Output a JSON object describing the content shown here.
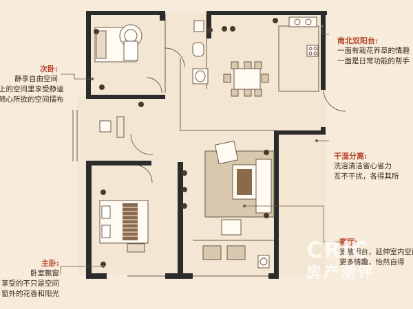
{
  "colors": {
    "wall": "#2b2b2b",
    "accent": "#b5462c",
    "line": "#6b5a48",
    "floor": "#f3e6d3",
    "furniture": "#d9c8ad"
  },
  "annotations": {
    "second_bedroom": {
      "title": "次卧:",
      "lines": [
        "静享自由空间",
        "上的空间里享受静谧",
        "随心所欲的空间摆布"
      ]
    },
    "balcony": {
      "title": "南北双阳台:",
      "lines": [
        "一面有栽花养草的情趣",
        "一面是日常功能的帮手"
      ]
    },
    "bathroom": {
      "title": "干湿分离:",
      "lines": [
        "洗浴清洁省心省力",
        "互不干扰，各得其所"
      ]
    },
    "living_room": {
      "title": "客厅:",
      "lines": [
        "宽敞阳台，延伸室内空间",
        "更多情趣，怡然自得"
      ]
    },
    "master_bedroom": {
      "title": "主卧:",
      "lines": [
        "卧室飘窗",
        "享受的不只是空间",
        "窗外的花香和阳光"
      ]
    }
  },
  "watermark": {
    "logo": "CRIC",
    "text": "房产测评"
  }
}
